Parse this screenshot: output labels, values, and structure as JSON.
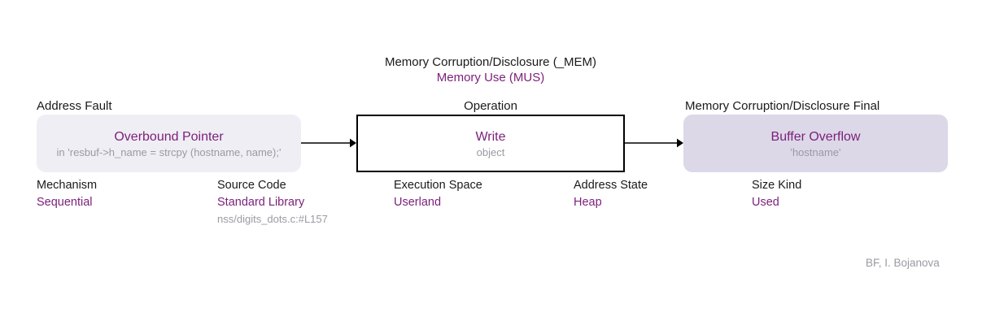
{
  "footer": {
    "credit": "BF, I. Bojanova"
  },
  "nodes": {
    "fault": {
      "caption": "Address Fault",
      "title": "Overbound Pointer",
      "detail": "in 'resbuf->h_name = strcpy (hostname, name);'"
    },
    "operation": {
      "class_header": "Memory Corruption/Disclosure (_MEM)",
      "class_subheader": "Memory Use (MUS)",
      "caption": "Operation",
      "title": "Write",
      "detail": "object"
    },
    "final": {
      "caption": "Memory Corruption/Disclosure Final",
      "title": "Buffer Overflow",
      "detail": "'hostname'"
    }
  },
  "attributes": {
    "mechanism": {
      "label": "Mechanism",
      "value": "Sequential"
    },
    "source_code": {
      "label": "Source Code",
      "value": "Standard Library",
      "location": "nss/digits_dots.c:#L157"
    },
    "execution_space": {
      "label": "Execution Space",
      "value": "Userland"
    },
    "address_state": {
      "label": "Address State",
      "value": "Heap"
    },
    "size_kind": {
      "label": "Size Kind",
      "value": "Used"
    }
  },
  "colors": {
    "accent_purple": "#7b1f7a",
    "fault_fill": "#f0eef5",
    "final_fill": "#dcd8e8",
    "muted_text": "#9a9aa2",
    "stroke": "#000000"
  }
}
